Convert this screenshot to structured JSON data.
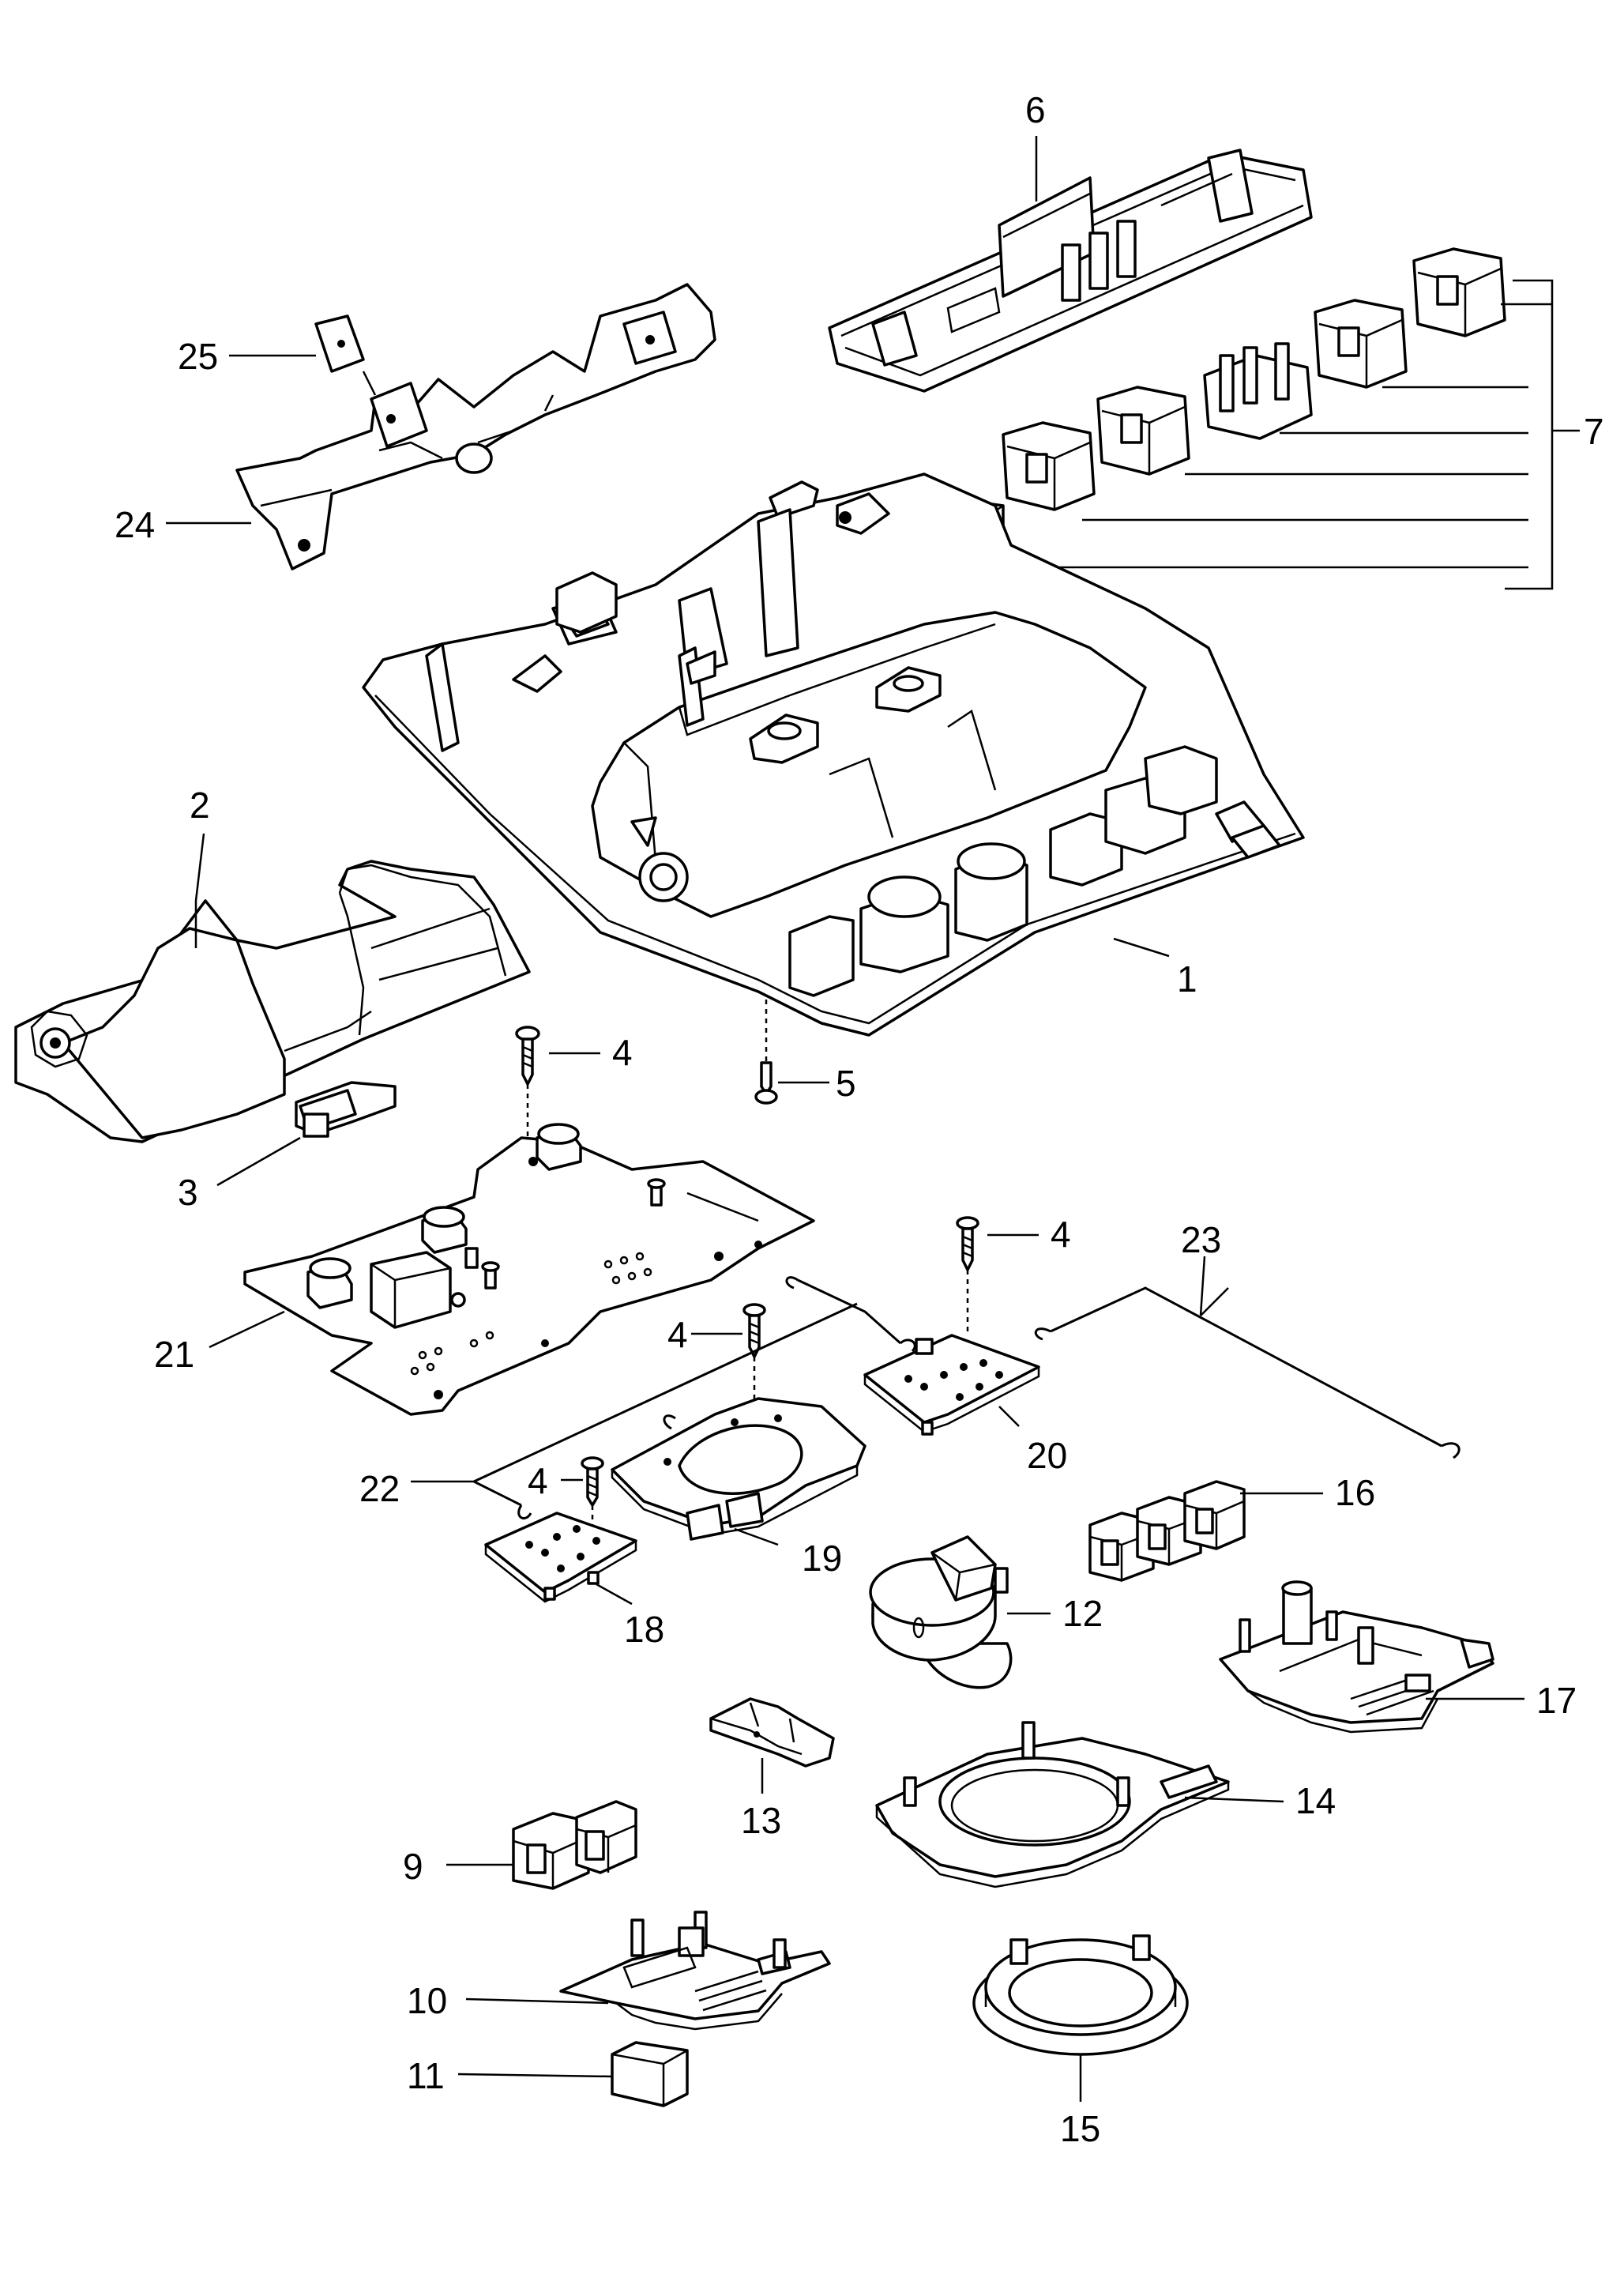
{
  "diagram": {
    "callouts": [
      {
        "id": "p1",
        "label": "1"
      },
      {
        "id": "p2",
        "label": "2"
      },
      {
        "id": "p3",
        "label": "3"
      },
      {
        "id": "p4a",
        "label": "4"
      },
      {
        "id": "p4b",
        "label": "4"
      },
      {
        "id": "p4c",
        "label": "4"
      },
      {
        "id": "p4d",
        "label": "4"
      },
      {
        "id": "p5",
        "label": "5"
      },
      {
        "id": "p6",
        "label": "6"
      },
      {
        "id": "p7",
        "label": "7"
      },
      {
        "id": "p9",
        "label": "9"
      },
      {
        "id": "p10",
        "label": "10"
      },
      {
        "id": "p11",
        "label": "11"
      },
      {
        "id": "p12",
        "label": "12"
      },
      {
        "id": "p13",
        "label": "13"
      },
      {
        "id": "p14",
        "label": "14"
      },
      {
        "id": "p15",
        "label": "15"
      },
      {
        "id": "p16",
        "label": "16"
      },
      {
        "id": "p17",
        "label": "17"
      },
      {
        "id": "p18",
        "label": "18"
      },
      {
        "id": "p19",
        "label": "19"
      },
      {
        "id": "p20",
        "label": "20"
      },
      {
        "id": "p21",
        "label": "21"
      },
      {
        "id": "p22",
        "label": "22"
      },
      {
        "id": "p23",
        "label": "23"
      },
      {
        "id": "p24",
        "label": "24"
      },
      {
        "id": "p25",
        "label": "25"
      }
    ]
  }
}
